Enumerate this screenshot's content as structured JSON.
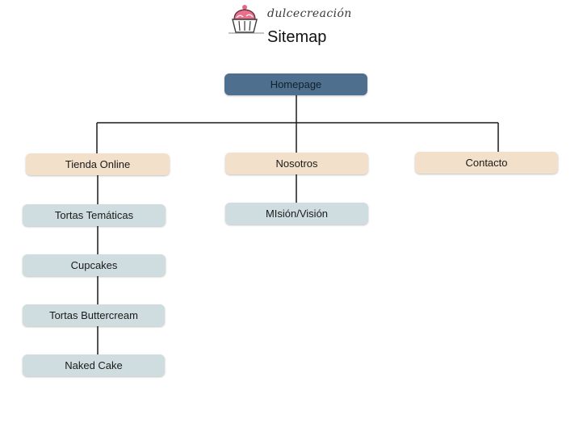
{
  "header": {
    "brand": "dulcecreación",
    "title": "Sitemap"
  },
  "colors": {
    "root": "#4e6f8e",
    "main": "#f2e0cb",
    "sub": "#cfdde1",
    "line": "#1a1a1a"
  },
  "icons": {
    "logo": "cupcake-logo-icon"
  },
  "nodes": {
    "homepage": "Homepage",
    "tienda": "Tienda Online",
    "nosotros": "Nosotros",
    "contacto": "Contacto",
    "tortas_tematicas": "Tortas Temáticas",
    "cupcakes": "Cupcakes",
    "tortas_buttercream": "Tortas Buttercream",
    "naked_cake": "Naked Cake",
    "mision_vision": "MIsión/Visión"
  }
}
